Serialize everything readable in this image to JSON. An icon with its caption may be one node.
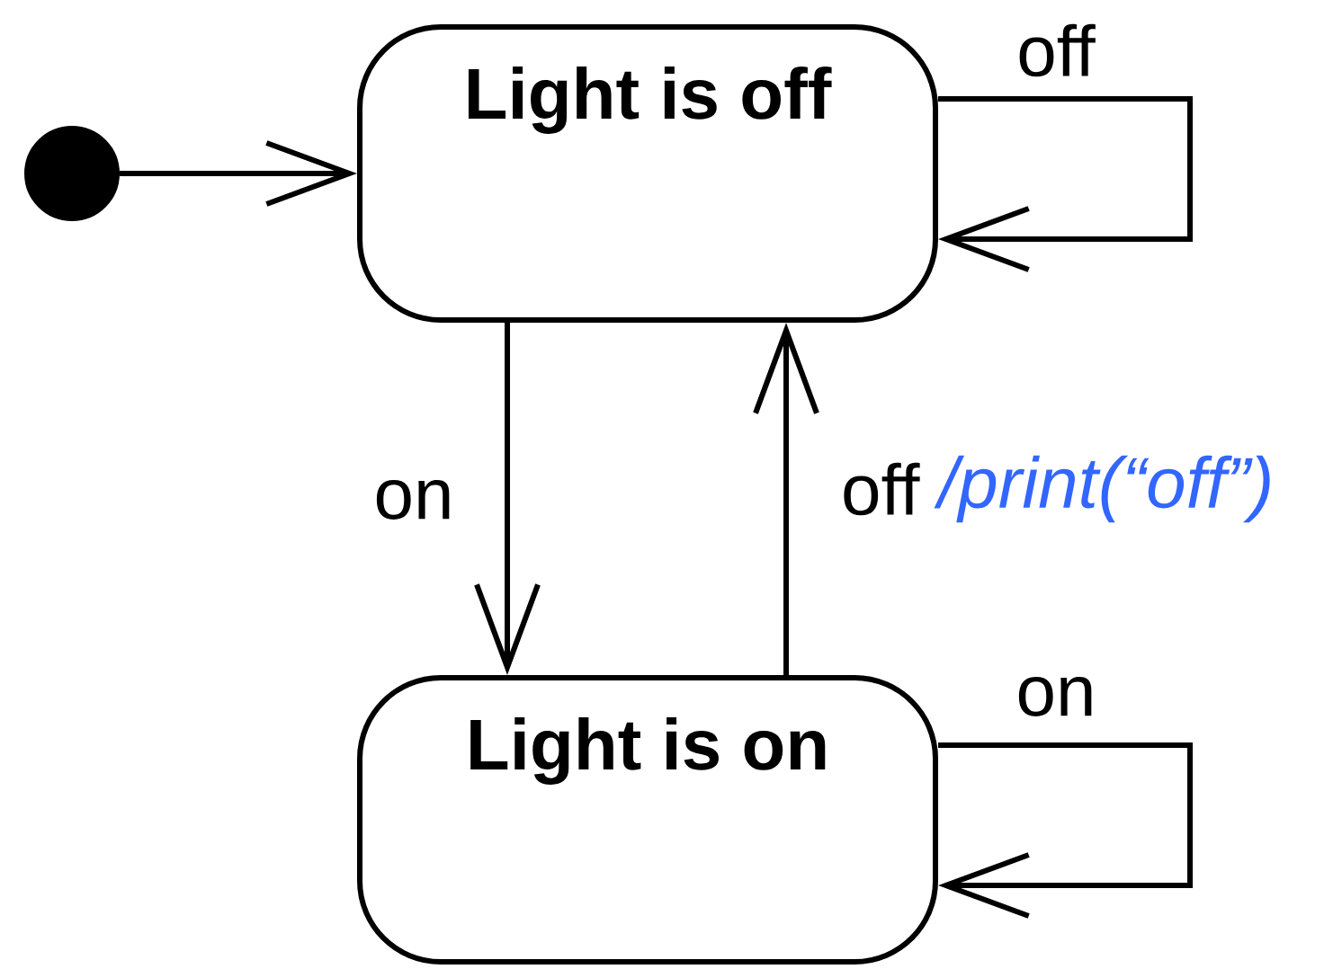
{
  "diagram": {
    "nodes": [
      {
        "text": [],
        "shape": "circle"
      },
      {
        "text": [
          "Light is off"
        ]
      },
      {
        "text": [
          "Light is on"
        ]
      }
    ],
    "edges": [
      {
        "from": 0,
        "to": 1,
        "arrow": "to"
      },
      {
        "from": 1,
        "to": 1,
        "label": "off",
        "arrow": "to"
      },
      {
        "from": 1,
        "to": 2,
        "label": "on",
        "arrow": "to"
      },
      {
        "from": 2,
        "to": 1,
        "label": "off",
        "arrow": "to"
      },
      {
        "from": 2,
        "to": 2,
        "label": "on",
        "arrow": "to"
      }
    ],
    "labels": [
      "/print(“off”)"
    ]
  }
}
